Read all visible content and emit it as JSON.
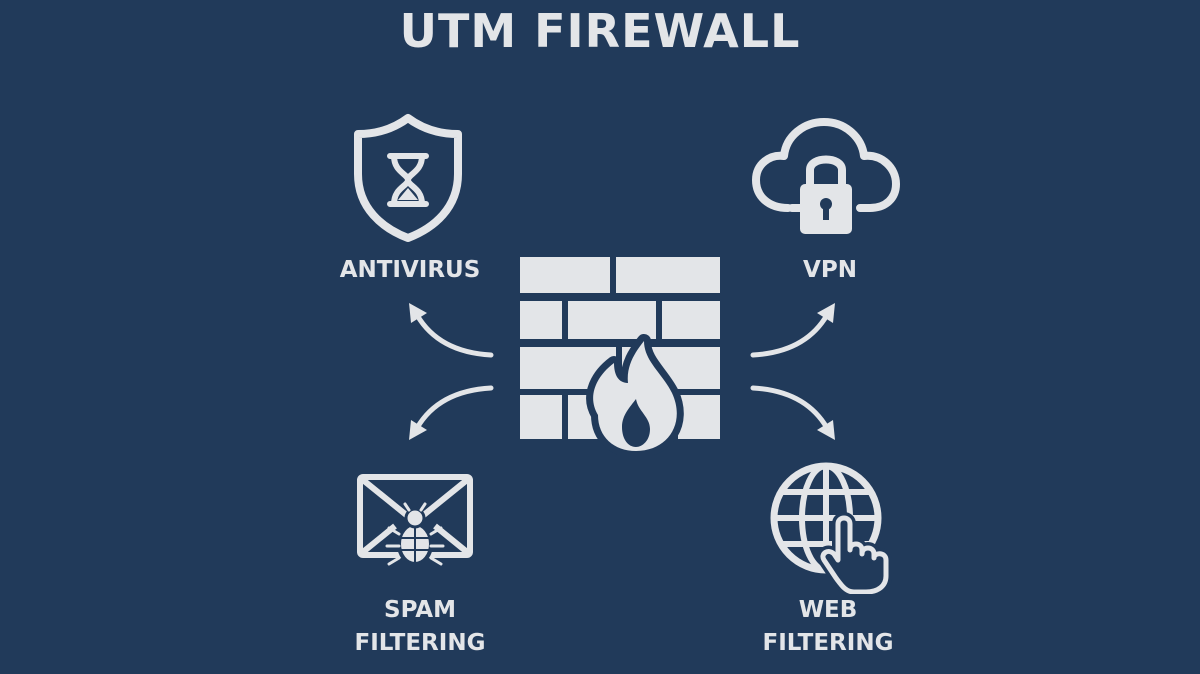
{
  "title": "UTM FIREWALL",
  "nodes": {
    "antivirus": {
      "label": "ANTIVIRUS",
      "icon": "shield-hourglass-icon"
    },
    "vpn": {
      "label": "VPN",
      "icon": "cloud-lock-icon"
    },
    "spam": {
      "label_line1": "SPAM",
      "label_line2": "FILTERING",
      "icon": "envelope-bug-icon"
    },
    "web": {
      "label_line1": "WEB",
      "label_line2": "FILTERING",
      "icon": "globe-pointer-icon"
    },
    "center": {
      "icon": "brick-wall-fire-icon"
    }
  },
  "colors": {
    "background": "#213a5a",
    "foreground": "#e3e5e8"
  }
}
